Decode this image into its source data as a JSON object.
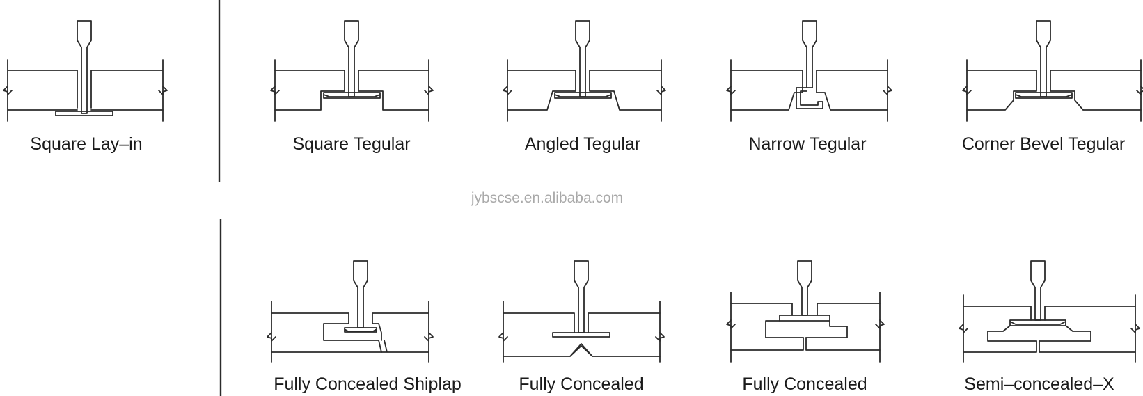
{
  "watermark": "jybscse.en.alibaba.com",
  "top_row": [
    {
      "label": "Square Lay–in"
    },
    {
      "label": "Square Tegular"
    },
    {
      "label": "Angled Tegular"
    },
    {
      "label": "Narrow Tegular"
    },
    {
      "label": "Corner Bevel Tegular"
    }
  ],
  "bottom_row": [
    {
      "label": "Fully Concealed Shiplap"
    },
    {
      "label": "Fully Concealed"
    },
    {
      "label": "Fully Concealed"
    },
    {
      "label": "Semi–concealed–X"
    }
  ]
}
